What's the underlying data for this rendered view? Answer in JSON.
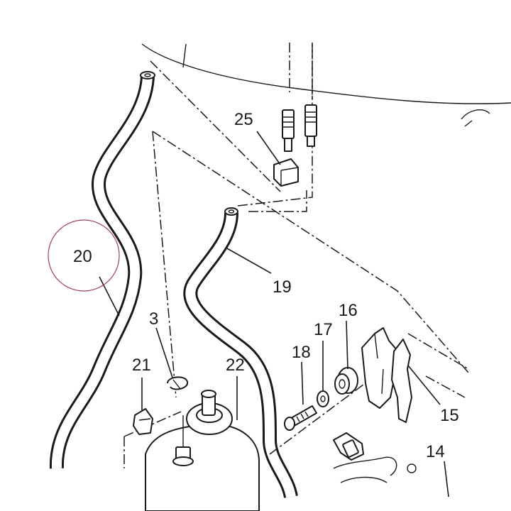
{
  "callouts": {
    "c25": "25",
    "c20": "20",
    "c19": "19",
    "c3": "3",
    "c16": "16",
    "c17": "17",
    "c18": "18",
    "c21": "21",
    "c22": "22",
    "c15": "15",
    "c14": "14"
  },
  "colors": {
    "line": "#1a1a1a",
    "highlight_ring": "#a0405a",
    "background": "#ffffff"
  },
  "highlighted_part": "20"
}
